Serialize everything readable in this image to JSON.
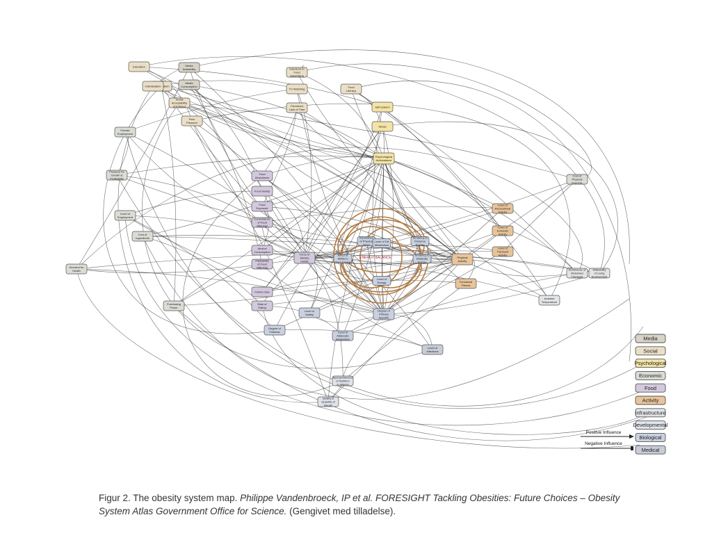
{
  "diagram": {
    "center_label": "ENERGY BALANCE",
    "hubs": [
      {
        "id": "psych",
        "label": "Psychological Ambivalence",
        "category": "Psychological"
      },
      {
        "id": "food",
        "label": "Force of Dietary Habits",
        "category": "Food"
      },
      {
        "id": "activity",
        "label": "Physical Activity",
        "category": "Activity"
      },
      {
        "id": "bio",
        "label": "Degree of Primary Appetite Control",
        "category": "Biological"
      }
    ],
    "inner_nodes": [
      {
        "label": "Importance of Physical Need"
      },
      {
        "label": "Effect of Ability to Store Energy"
      },
      {
        "label": "Level of Energy"
      },
      {
        "label": "Tendency to Preserve Energy"
      },
      {
        "label": "Level of Fat Metabolism"
      },
      {
        "label": "Tendency to Dissipate Energy"
      }
    ],
    "nodes": [
      {
        "label": "Education",
        "category": "Social"
      },
      {
        "label": "Media Availability",
        "category": "Media"
      },
      {
        "label": "Media Consumption",
        "category": "Media"
      },
      {
        "label": "Individualism",
        "category": "Social"
      },
      {
        "label": "Social Acceptability of Fatness",
        "category": "Social"
      },
      {
        "label": "Peer Pressure",
        "category": "Social"
      },
      {
        "label": "Exposure to Food Advertising",
        "category": "Social"
      },
      {
        "label": "TV Watching",
        "category": "Social"
      },
      {
        "label": "Perceived Lack of Time",
        "category": "Social"
      },
      {
        "label": "Stress",
        "category": "Psychological"
      },
      {
        "label": "Food Literacy",
        "category": "Social"
      },
      {
        "label": "Self-esteem",
        "category": "Psychological"
      },
      {
        "label": "Individualism",
        "category": "Social"
      },
      {
        "label": "Female Employment",
        "category": "Economic"
      },
      {
        "label": "Pressure for Growth & Profitability",
        "category": "Economic"
      },
      {
        "label": "Level of Employment",
        "category": "Economic"
      },
      {
        "label": "Cost of Ingredients",
        "category": "Economic"
      },
      {
        "label": "Demand for Health",
        "category": "Economic"
      },
      {
        "label": "Food Abundance",
        "category": "Food"
      },
      {
        "label": "Food Variety",
        "category": "Food"
      },
      {
        "label": "Food Exposure",
        "category": "Food"
      },
      {
        "label": "Convenience of Food Offerings",
        "category": "Food"
      },
      {
        "label": "Alcohol Consumption",
        "category": "Food"
      },
      {
        "label": "Palatability of Food Offerings",
        "category": "Food"
      },
      {
        "label": "Portion Size",
        "category": "Food"
      },
      {
        "label": "Rate of Eating",
        "category": "Food"
      },
      {
        "label": "Purchasing Power",
        "category": "Economic"
      },
      {
        "label": "Level of Satiety",
        "category": "Biological"
      },
      {
        "label": "Degree of Fullness",
        "category": "Biological"
      },
      {
        "label": "Level of Recreational Activity",
        "category": "Activity"
      },
      {
        "label": "Level of Domestic Activity",
        "category": "Activity"
      },
      {
        "label": "Level of Transport Activity",
        "category": "Activity"
      },
      {
        "label": "Functional Fitness",
        "category": "Activity"
      },
      {
        "label": "Cost of Physical Exercise",
        "category": "Economic"
      },
      {
        "label": "Dominance of Motorised Transport",
        "category": "Infrastructure"
      },
      {
        "label": "Walkability of Living Environment",
        "category": "Infrastructure"
      },
      {
        "label": "Ambient Temperature",
        "category": "Infrastructure"
      },
      {
        "label": "Level of Infections",
        "category": "Medical"
      },
      {
        "label": "Level of Adipocyte Metabolism",
        "category": "Biological"
      },
      {
        "label": "Appropriateness of Nutrition in Infancy",
        "category": "Developmental"
      },
      {
        "label": "Quality & Quantity of Breast Feeding",
        "category": "Developmental"
      }
    ]
  },
  "legend": {
    "items": [
      {
        "label": "Media",
        "color": "#d7d3c7"
      },
      {
        "label": "Social",
        "color": "#eadfc6"
      },
      {
        "label": "Psychological",
        "color": "#f3e3a6"
      },
      {
        "label": "Economic",
        "color": "#d9ddd5"
      },
      {
        "label": "Food",
        "color": "#d3c9dd"
      },
      {
        "label": "Activity",
        "color": "#e8c49b"
      },
      {
        "label": "Infrastructure",
        "color": "#e2e4e6"
      },
      {
        "label": "Developmental",
        "color": "#dfe3ea"
      },
      {
        "label": "Biological",
        "color": "#c9d1e0"
      },
      {
        "label": "Medical",
        "color": "#c7ccd6"
      }
    ],
    "positive_influence": "Positive Influence",
    "negative_influence": "Negative Influence"
  },
  "caption": {
    "prefix": "Figur 2. The obesity system map. ",
    "citation": "Philippe Vandenbroeck, IP et al. FORESIGHT Tackling Obesities: Future Choices – Obesity System Atlas Government Office for Science.",
    "suffix": " (Gengivet med tilladelse)."
  }
}
